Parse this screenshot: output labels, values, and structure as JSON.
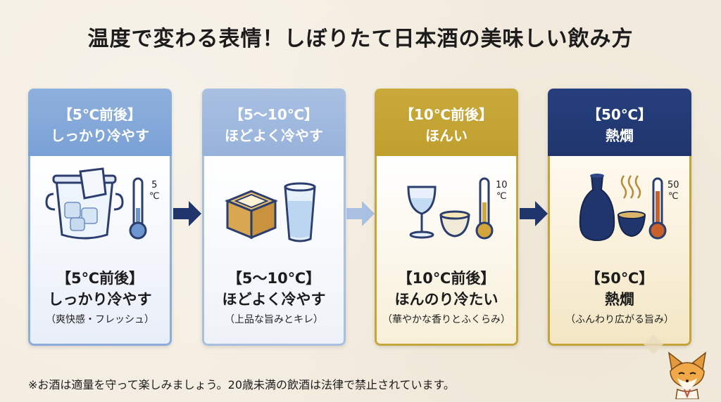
{
  "title": "温度で変わる表情！しぼりたて日本酒の美味しい飲み方",
  "cards": [
    {
      "head_line1": "【5℃前後】",
      "head_line2": "しっかり冷やす",
      "thermo_label_top": "5",
      "thermo_label_bottom": "℃",
      "label1": "【5℃前後】",
      "label2": "しっかり冷やす",
      "label3": "（爽快感・フレッシュ）"
    },
    {
      "head_line1": "【5～10℃】",
      "head_line2": "ほどよく冷やす",
      "label1": "【5～10℃】",
      "label2": "ほどよく冷やす",
      "label3": "（上品な旨みとキレ）"
    },
    {
      "head_line1": "【10℃前後】",
      "head_line2": "ほんい",
      "thermo_label_top": "10",
      "thermo_label_bottom": "℃",
      "label1": "【10℃前後】",
      "label2": "ほんのり冷たい",
      "label3": "（華やかな香りとふくらみ）"
    },
    {
      "head_line1": "【50℃】",
      "head_line2": "熱燗",
      "thermo_label_top": "50",
      "thermo_label_bottom": "℃",
      "label1": "【50℃】",
      "label2": "熱燗",
      "label3": "（ふんわり広がる旨み）"
    }
  ],
  "note": "※お酒は適量を守って楽しみましょう。20歳未満の飲酒は法律で禁止されています。",
  "icons": {
    "card1": [
      "ice-bucket-icon",
      "thermometer-icon"
    ],
    "card2": [
      "masu-box-icon",
      "glass-icon"
    ],
    "card3": [
      "wine-glass-icon",
      "sake-cup-icon",
      "thermometer-icon"
    ],
    "card4": [
      "tokkuri-icon",
      "steaming-cup-icon",
      "thermometer-icon"
    ],
    "mascot": "fox-mascot-icon"
  },
  "colors": {
    "card1": "#7aa1d6",
    "card2": "#97b2db",
    "card3": "#c1a030",
    "card4": "#1f356c",
    "arrow_dark": "#1f356c",
    "arrow_light": "#a9c0e2"
  }
}
